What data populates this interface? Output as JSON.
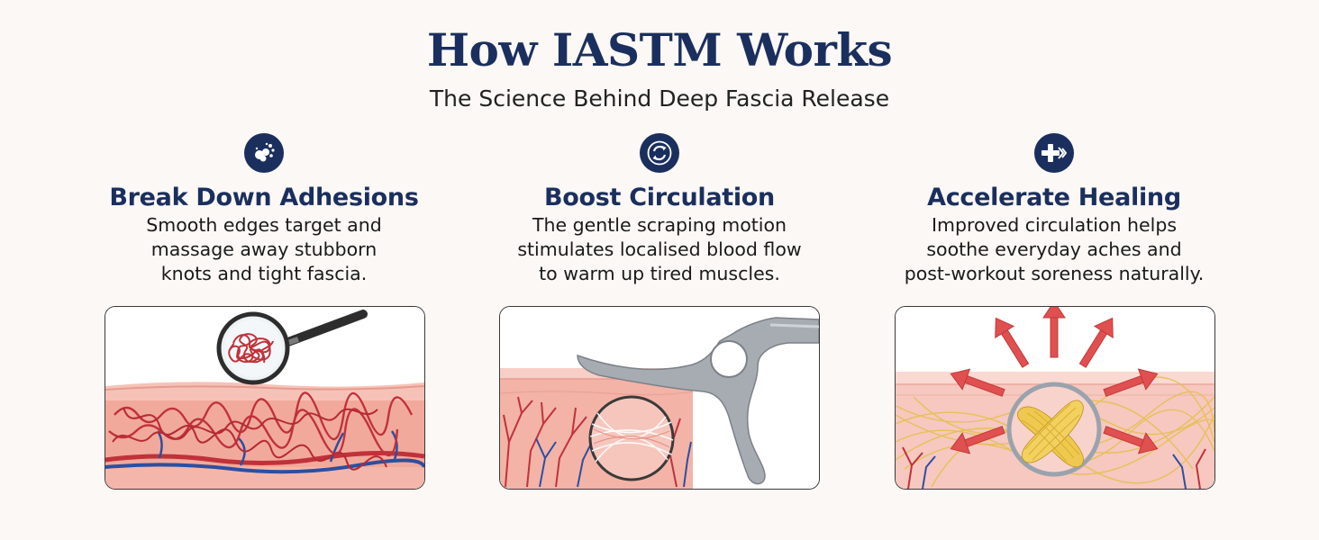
{
  "header": {
    "title": "How IASTM Works",
    "subtitle": "The Science Behind Deep Fascia Release"
  },
  "features": [
    {
      "icon": "particles-icon",
      "heading": "Break Down Adhesions",
      "lines": [
        "Smooth edges target and",
        "massage away stubborn",
        "knots and tight fascia."
      ]
    },
    {
      "icon": "refresh-cycle-icon",
      "heading": "Boost Circulation",
      "lines": [
        "The gentle scraping motion",
        "stimulates localised blood flow",
        "to warm up tired muscles."
      ]
    },
    {
      "icon": "medical-cross-icon",
      "heading": "Accelerate Healing",
      "lines": [
        "Improved circulation helps",
        "soothe everyday aches and",
        "post-workout soreness naturally."
      ]
    }
  ],
  "colors": {
    "navy": "#1b2f5e",
    "skin": "#f3b7ad",
    "artery": "#c0323a",
    "vein": "#2c4fa0",
    "fiber": "#e5c04f"
  }
}
